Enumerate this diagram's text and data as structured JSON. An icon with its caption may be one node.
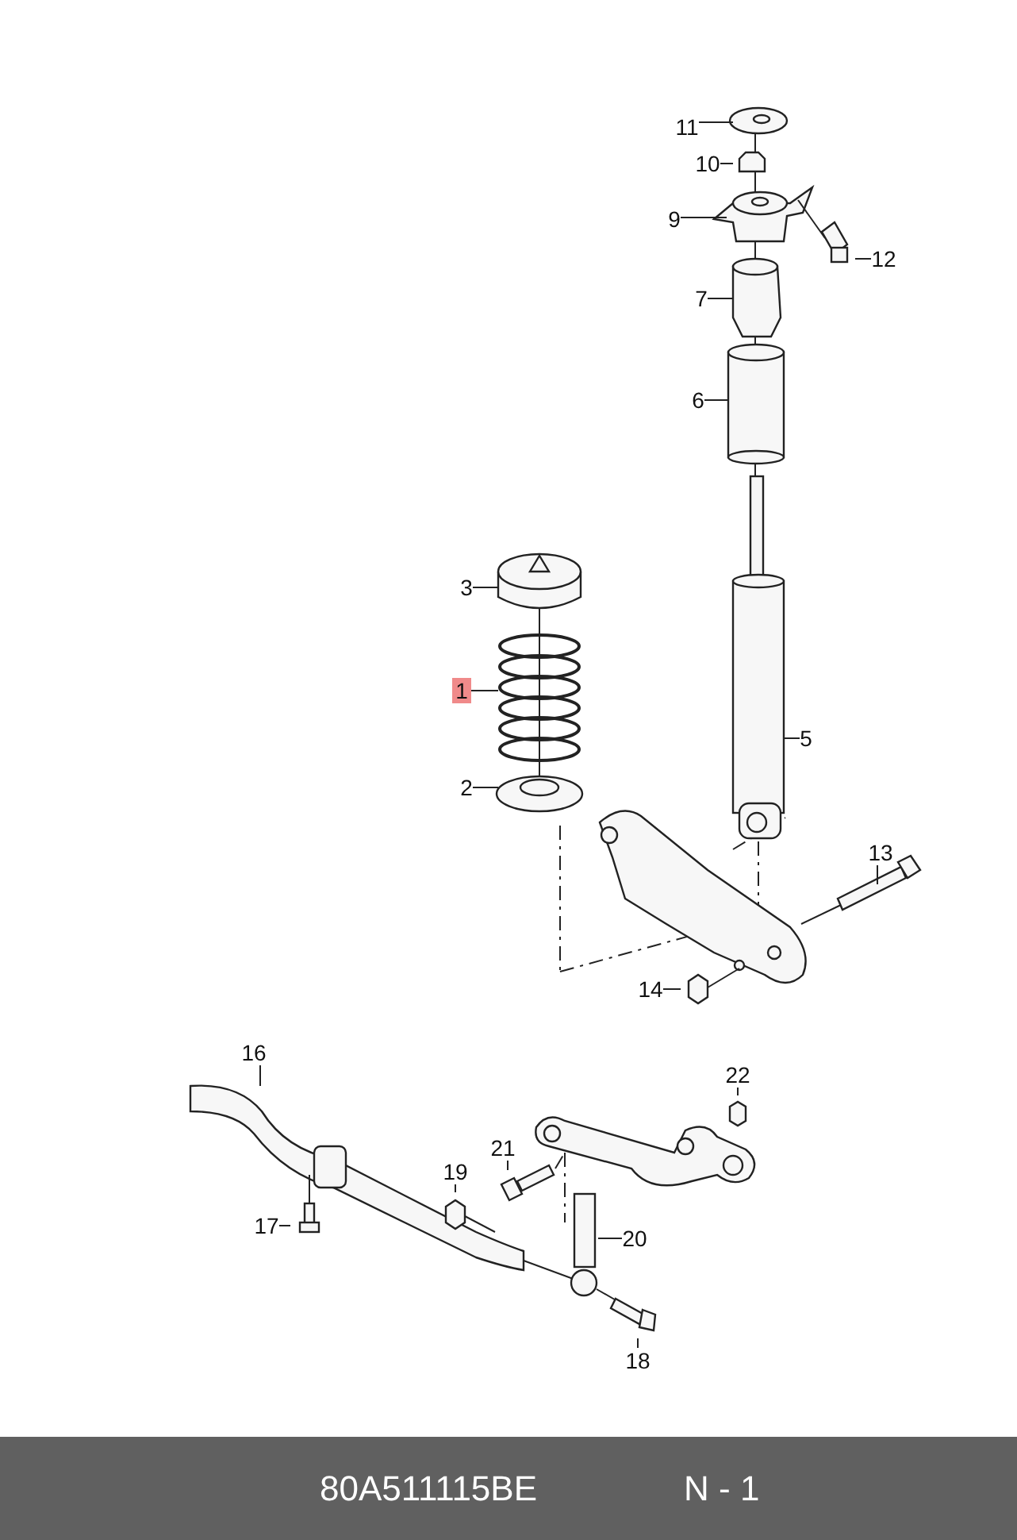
{
  "diagram": {
    "nodes": [
      {
        "text": [
          "11"
        ]
      },
      {
        "text": [
          "10"
        ]
      },
      {
        "text": [
          "9"
        ]
      },
      {
        "text": [
          "12"
        ]
      },
      {
        "text": [
          "7"
        ]
      },
      {
        "text": [
          "6"
        ]
      },
      {
        "text": [
          "3"
        ]
      },
      {
        "text": [
          "1"
        ]
      },
      {
        "text": [
          "5"
        ]
      },
      {
        "text": [
          "2"
        ]
      },
      {
        "text": [
          "13"
        ]
      },
      {
        "text": [
          "14"
        ]
      },
      {
        "text": [
          "16"
        ]
      },
      {
        "text": [
          "22"
        ]
      },
      {
        "text": [
          "21"
        ]
      },
      {
        "text": [
          "19"
        ]
      },
      {
        "text": [
          "17"
        ]
      },
      {
        "text": [
          "20"
        ]
      },
      {
        "text": [
          "18"
        ]
      }
    ],
    "edges": [
      {
        "from": 0,
        "to": null,
        "arrow": "none"
      },
      {
        "from": 1,
        "to": null,
        "arrow": "none"
      },
      {
        "from": 2,
        "to": null,
        "arrow": "none"
      },
      {
        "from": 3,
        "to": null,
        "arrow": "none"
      },
      {
        "from": 4,
        "to": null,
        "arrow": "none"
      },
      {
        "from": 5,
        "to": null,
        "arrow": "none"
      },
      {
        "from": 6,
        "to": null,
        "arrow": "none"
      },
      {
        "from": 7,
        "to": null,
        "arrow": "none"
      },
      {
        "from": 8,
        "to": null,
        "arrow": "none"
      },
      {
        "from": 9,
        "to": null,
        "arrow": "none"
      },
      {
        "from": 10,
        "to": null,
        "arrow": "none"
      },
      {
        "from": 11,
        "to": null,
        "arrow": "none"
      },
      {
        "from": 12,
        "to": null,
        "arrow": "none"
      },
      {
        "from": 13,
        "to": null,
        "arrow": "none"
      },
      {
        "from": 14,
        "to": null,
        "arrow": "none"
      },
      {
        "from": 15,
        "to": null,
        "arrow": "none"
      },
      {
        "from": 16,
        "to": null,
        "arrow": "none"
      },
      {
        "from": 17,
        "to": null,
        "arrow": "none"
      },
      {
        "from": 18,
        "to": null,
        "arrow": "none"
      }
    ],
    "labels": [
      "80A511115BE",
      "N - 1"
    ]
  }
}
